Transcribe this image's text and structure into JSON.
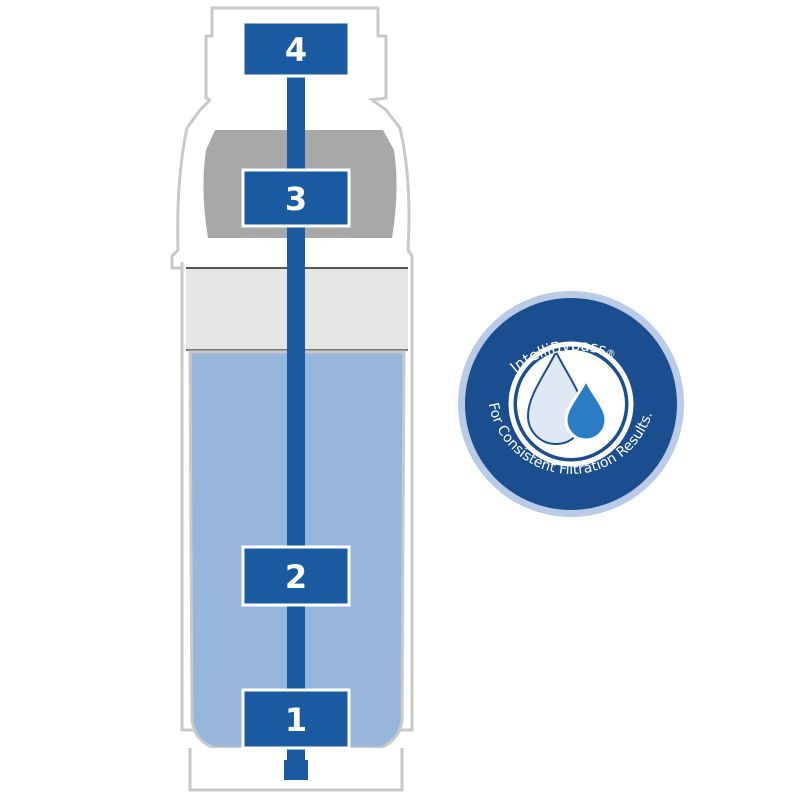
{
  "colors": {
    "marker_blue": "#1a5aa0",
    "marker_border": "#ffffff",
    "water_blue": "#97b6dc",
    "outline_gray": "#c9c9c9",
    "chamber_gray": "#a8a8a8",
    "mesh_gray": "#e6e6e6",
    "badge_outer": "#1b4e8e",
    "badge_ring": "#ffffff",
    "badge_edge": "#b9cbe6"
  },
  "markers": [
    {
      "label": "4"
    },
    {
      "label": "3"
    },
    {
      "label": "2"
    },
    {
      "label": "1"
    }
  ],
  "badge": {
    "brand": "IntelliBypass",
    "registered": "®",
    "tagline": "For Consistent Filtration Results.",
    "icon": "water-drops-icon"
  }
}
